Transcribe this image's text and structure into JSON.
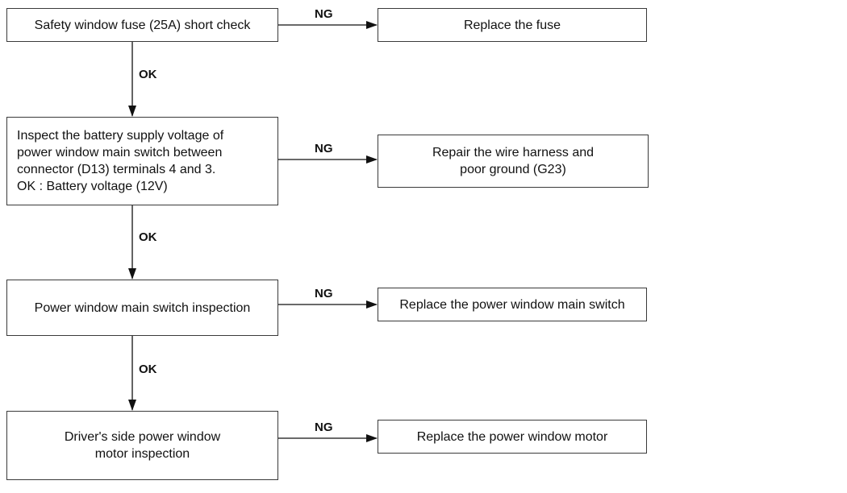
{
  "flowchart": {
    "steps": [
      {
        "check": "Safety window fuse (25A) short check",
        "ng_label": "NG",
        "ng_action": "Replace the fuse",
        "ok_label": "OK"
      },
      {
        "check": "Inspect the battery supply voltage of\npower window main switch between\nconnector (D13) terminals 4 and 3.\nOK : Battery voltage (12V)",
        "ng_label": "NG",
        "ng_action": "Repair the wire harness and\npoor ground (G23)",
        "ok_label": "OK"
      },
      {
        "check": "Power window main switch inspection",
        "ng_label": "NG",
        "ng_action": "Replace the power window main switch",
        "ok_label": "OK"
      },
      {
        "check": "Driver's side power window\nmotor  inspection",
        "ng_label": "NG",
        "ng_action": "Replace the power window motor"
      }
    ]
  }
}
